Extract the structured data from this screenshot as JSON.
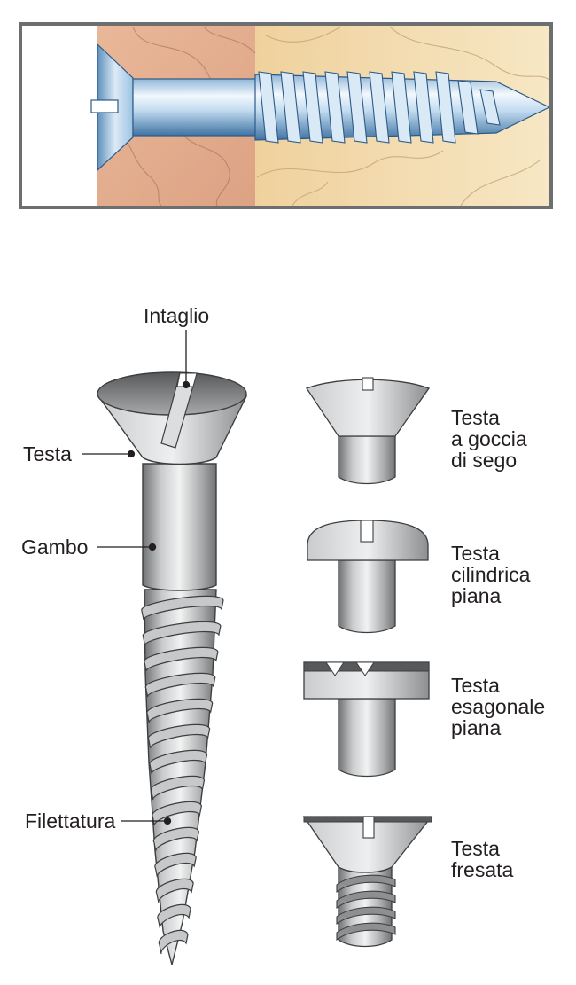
{
  "labels": {
    "intaglio": "Intaglio",
    "testa": "Testa",
    "gambo": "Gambo",
    "filettatura": "Filettatura"
  },
  "head_types": [
    {
      "line1": "Testa",
      "line2": "a goccia",
      "line3": "di sego"
    },
    {
      "line1": "Testa",
      "line2": "cilindrica",
      "line3": "piana"
    },
    {
      "line1": "Testa",
      "line2": "esagonale",
      "line3": "piana"
    },
    {
      "line1": "Testa",
      "line2": "fresata",
      "line3": ""
    }
  ],
  "colors": {
    "frame": "#6d6e70",
    "wood_dark": "#e3ae8e",
    "wood_light": "#f4dcaa",
    "steel_light": "#e9eaeb",
    "steel_mid": "#b5b7b9",
    "steel_dark": "#6f7173",
    "blue_light": "#e6f2fb",
    "blue_mid": "#9bc3e3",
    "blue_dark": "#3f73a3"
  }
}
